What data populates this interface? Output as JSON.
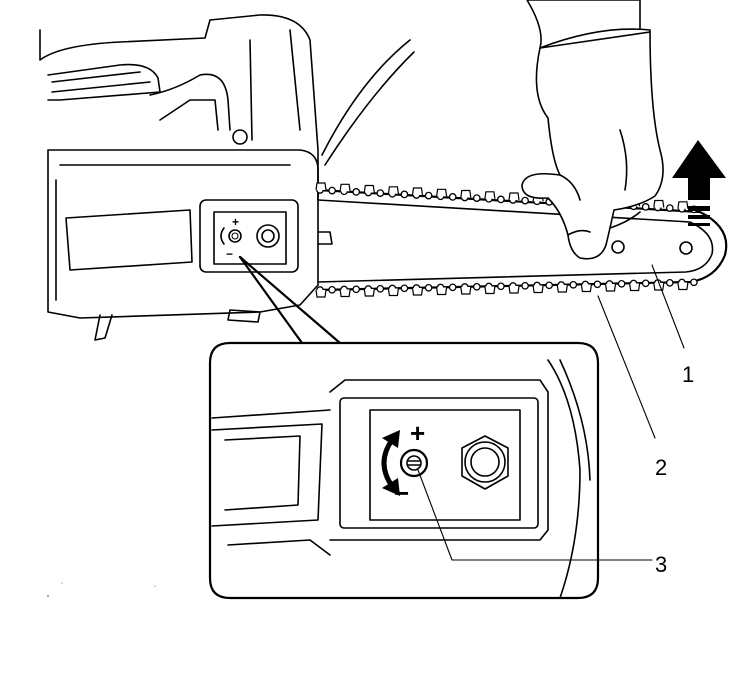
{
  "callouts": {
    "bar_label": "1",
    "chain_label": "2",
    "screw_label": "3"
  },
  "adjust_signs": {
    "plus": "+",
    "minus": "−"
  },
  "icons": {
    "direction": "arrow-up-icon",
    "rotation": "rotate-arrow-icon"
  },
  "colors": {
    "line": "#000000",
    "background": "#ffffff"
  }
}
